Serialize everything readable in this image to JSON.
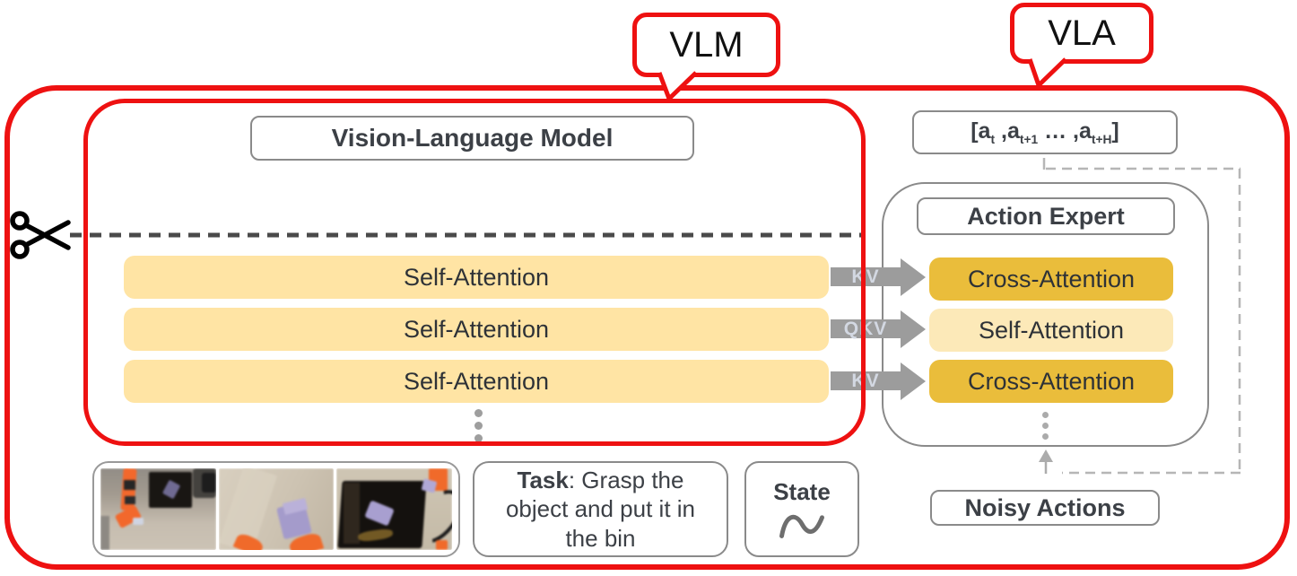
{
  "colors": {
    "frame_red": "#EE1111",
    "bar_yellow": "#FFE4A4",
    "cross_attention_gold": "#EABD3B",
    "self_attention_light": "#FCE9B8",
    "arrow_gray": "#9C9C9C",
    "border_gray": "#8A8A8A",
    "dark_text": "#3C4046",
    "cut_dash_gray": "#4A4A4A",
    "feedback_dash_gray": "#B6B6B6"
  },
  "callout_vlm": {
    "label": "VLM"
  },
  "callout_vla": {
    "label": "VLA"
  },
  "vlm": {
    "title": "Vision-Language Model",
    "layers": [
      {
        "label": "Self-Attention"
      },
      {
        "label": "Self-Attention"
      },
      {
        "label": "Self-Attention"
      }
    ]
  },
  "kv_arrows": [
    {
      "label": "KV"
    },
    {
      "label": "QKV"
    },
    {
      "label": "KV"
    }
  ],
  "action_expert": {
    "title": "Action Expert",
    "layers": [
      {
        "label": "Cross-Attention"
      },
      {
        "label": "Self-Attention"
      },
      {
        "label": "Cross-Attention"
      }
    ]
  },
  "action_output": {
    "p1": "[a",
    "s1": "t",
    "p2": " ,a",
    "s2": "t+1",
    "p3": " … ,a",
    "s3": "t+H",
    "p4": "]"
  },
  "noisy_actions": {
    "label": "Noisy Actions"
  },
  "task": {
    "bold": "Task",
    "text": ": Grasp the object and put it in the bin"
  },
  "state": {
    "label": "State"
  },
  "icons": {
    "cut": "scissors-icon",
    "state_signal": "sine-wave-icon",
    "more_layers": "vertical-ellipsis-dots"
  }
}
